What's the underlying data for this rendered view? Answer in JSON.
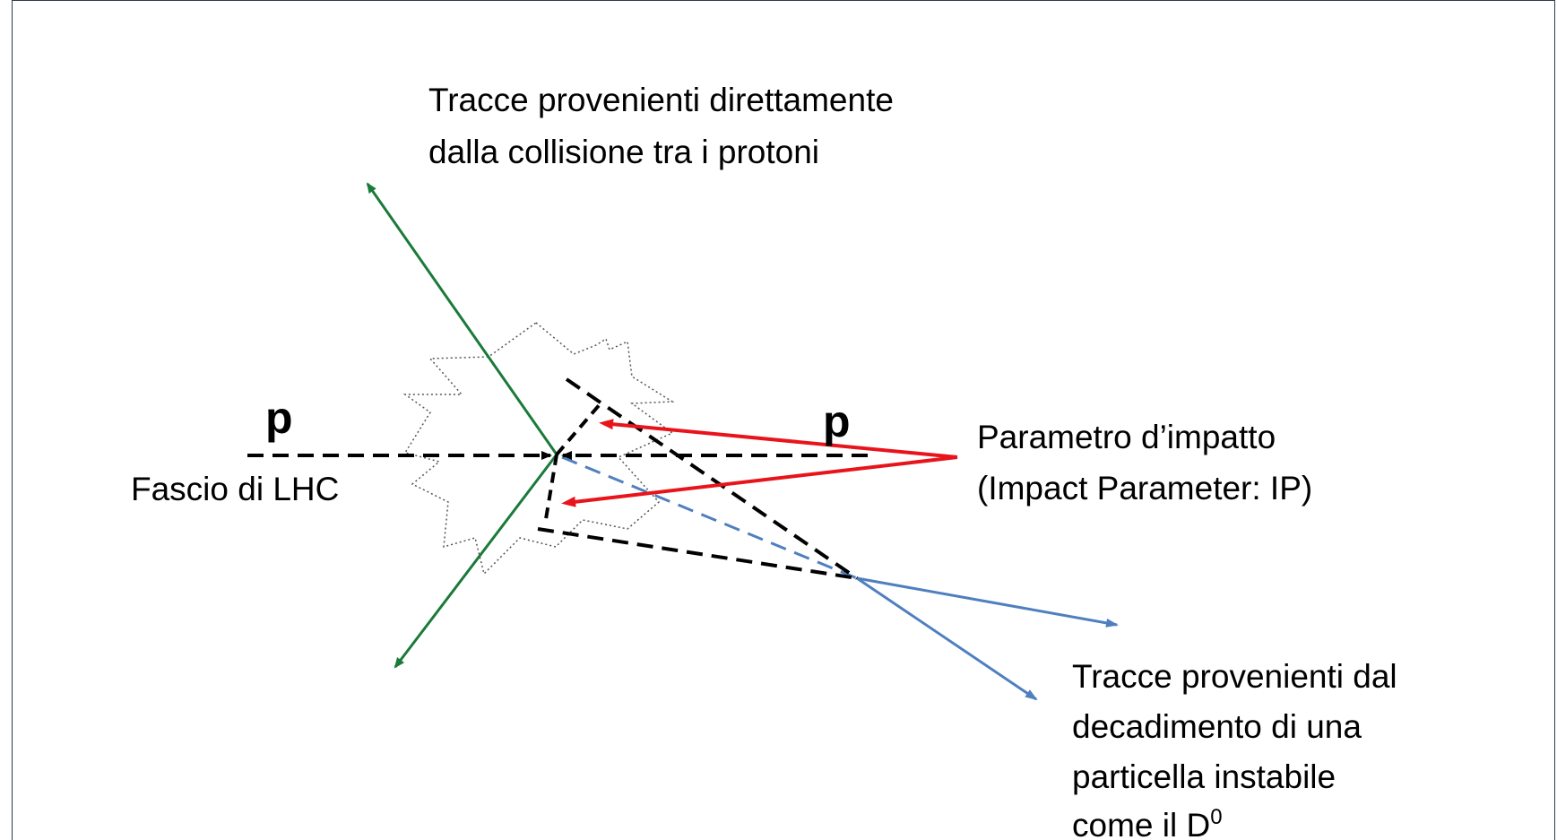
{
  "labels": {
    "primary_tracks": [
      "Tracce provenienti direttamente",
      "dalla collisione tra i protoni"
    ],
    "proton_left": "p",
    "proton_right": "p",
    "beam": "Fascio di LHC",
    "impact_parameter": [
      "Parametro d’impatto",
      "(Impact Parameter: IP)"
    ],
    "decay_tracks": [
      "Tracce provenienti dal",
      "decadimento di una",
      "particella instabile",
      "come il D"
    ],
    "decay_superscript": "0"
  },
  "colors": {
    "primary_track": "#1a7a3a",
    "decay_track": "#4f7fbf",
    "impact_arrow": "#e8141c",
    "beam": "#000000",
    "frame": "#2f3a4a"
  }
}
